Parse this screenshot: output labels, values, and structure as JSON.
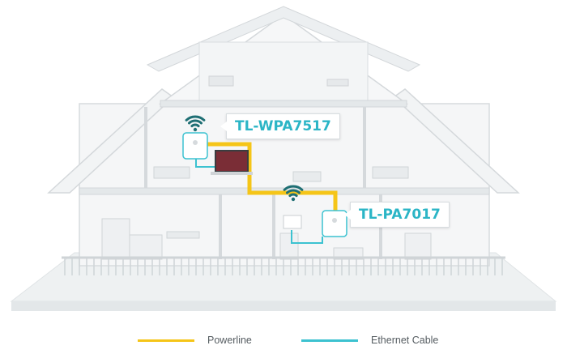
{
  "devices": {
    "wpa": {
      "label": "TL-WPA7517"
    },
    "pa": {
      "label": "TL-PA7017"
    }
  },
  "legend": {
    "powerline": {
      "label": "Powerline",
      "color": "#f5c518"
    },
    "ethernet": {
      "label": "Ethernet Cable",
      "color": "#3cc2d0"
    }
  },
  "colors": {
    "wifi": "#1f6f74",
    "accent": "#2bb5c6"
  },
  "icons": [
    "wifi-icon",
    "powerline-adapter-icon",
    "laptop-icon"
  ]
}
